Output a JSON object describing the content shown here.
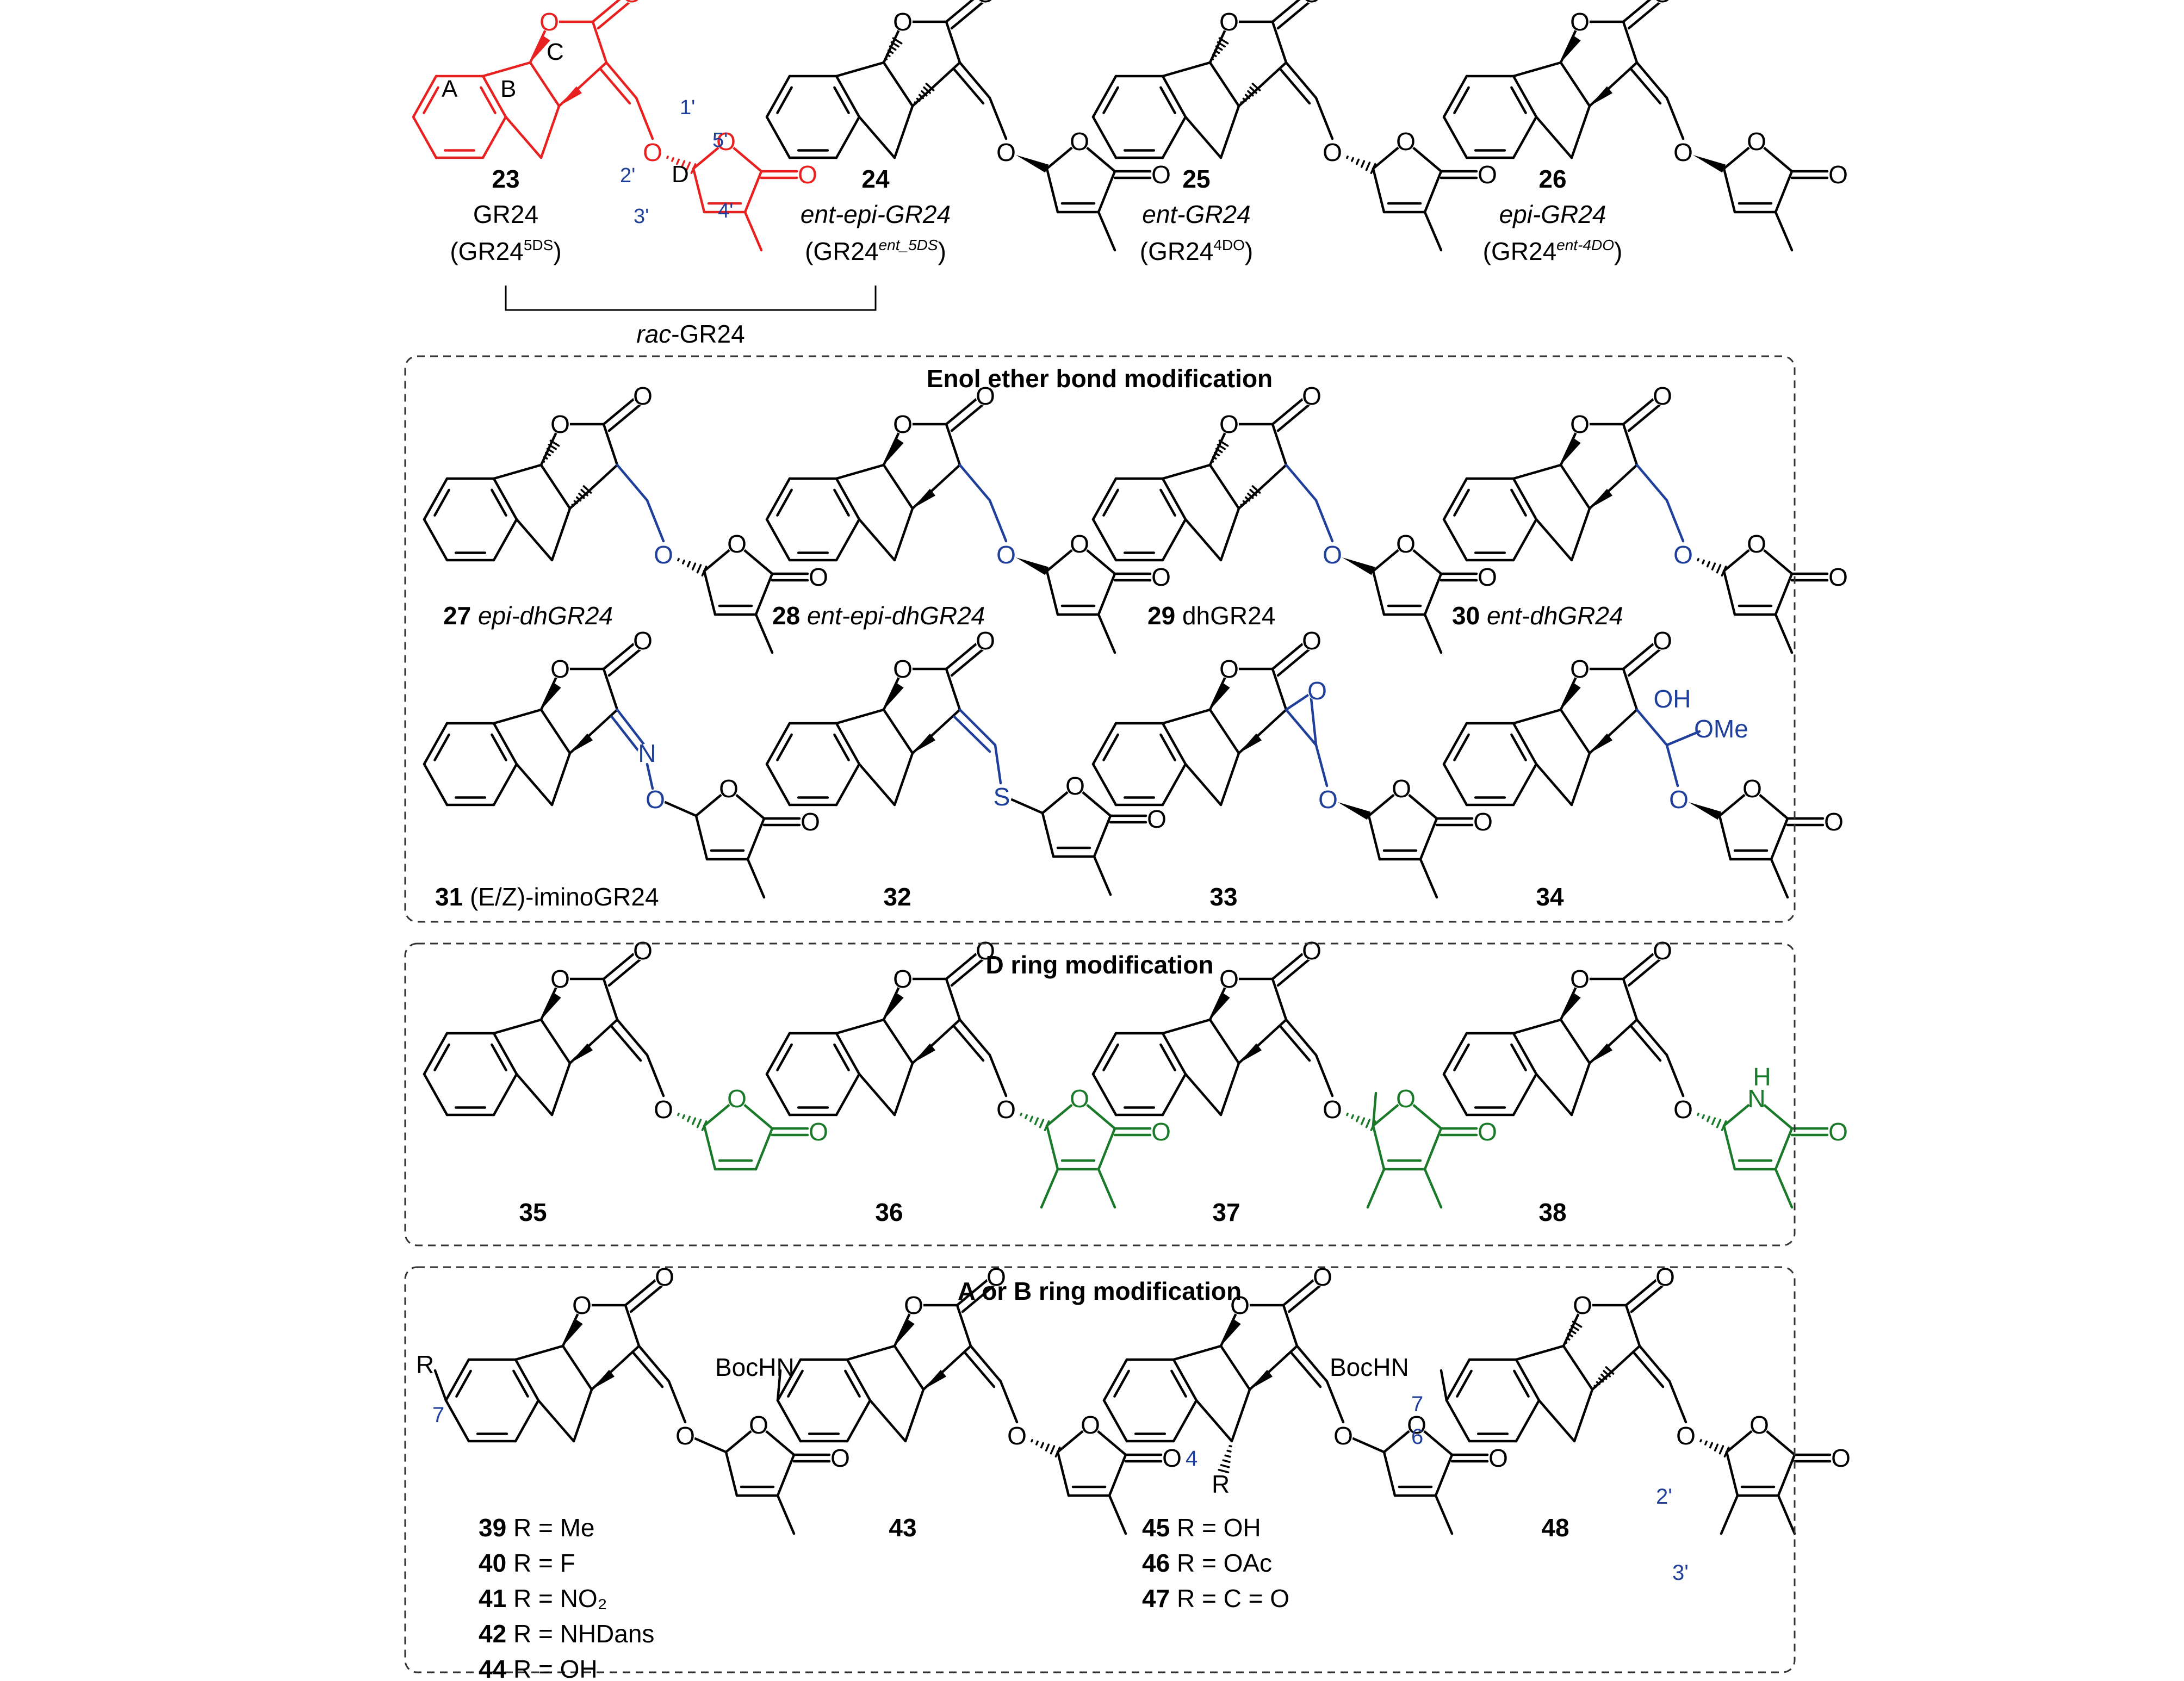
{
  "colors": {
    "black": "#000000",
    "red": "#e8201f",
    "blue": "#1f3f9a",
    "green": "#1a7a2a"
  },
  "top_row": {
    "compounds": [
      {
        "number": "23",
        "name": "GR24",
        "alias_prefix": "(GR24",
        "alias_sup": "5DS",
        "alias_suffix": ")",
        "color": "red"
      },
      {
        "number": "24",
        "name": "ent-epi-GR24",
        "alias_prefix": "(GR24",
        "alias_sup": "ent_5DS",
        "alias_suffix": ")"
      },
      {
        "number": "25",
        "name": "ent-GR24",
        "alias_prefix": "(GR24",
        "alias_sup": "4DO",
        "alias_suffix": ")"
      },
      {
        "number": "26",
        "name": "epi-GR24",
        "alias_prefix": "(GR24",
        "alias_sup": "ent-4DO",
        "alias_suffix": ")"
      }
    ],
    "bracket_label": "rac-GR24",
    "ring_labels": [
      "A",
      "B",
      "C",
      "D"
    ],
    "position_labels": [
      "1'",
      "2'",
      "3'",
      "4'",
      "5'"
    ]
  },
  "panels": [
    {
      "title": "Enol ether bond modification",
      "rows": [
        [
          {
            "number": "27",
            "name": "epi-dhGR24"
          },
          {
            "number": "28",
            "name": "ent-epi-dhGR24"
          },
          {
            "number": "29",
            "name": "dhGR24"
          },
          {
            "number": "30",
            "name": "ent-dhGR24"
          }
        ],
        [
          {
            "number": "31",
            "name": "(E/Z)-iminoGR24"
          },
          {
            "number": "32",
            "name": ""
          },
          {
            "number": "33",
            "name": ""
          },
          {
            "number": "34",
            "name": ""
          }
        ]
      ]
    },
    {
      "title": "D ring modification",
      "rows": [
        [
          {
            "number": "35",
            "name": ""
          },
          {
            "number": "36",
            "name": ""
          },
          {
            "number": "37",
            "name": ""
          },
          {
            "number": "38",
            "name": ""
          }
        ]
      ]
    },
    {
      "title": "A or B ring modification",
      "groups": [
        {
          "substituent": "R",
          "position": "7",
          "lines": [
            {
              "number": "39",
              "text": "R = Me"
            },
            {
              "number": "40",
              "text": "R = F"
            },
            {
              "number": "41",
              "text": "R = NO₂"
            },
            {
              "number": "42",
              "text": "R = NHDans"
            },
            {
              "number": "44",
              "text": "R = OH"
            }
          ]
        },
        {
          "substituent": "BocHN",
          "lines": [
            {
              "number": "43",
              "text": ""
            }
          ]
        },
        {
          "substituent": "R",
          "position": "4",
          "lines": [
            {
              "number": "45",
              "text": "R = OH"
            },
            {
              "number": "46",
              "text": "R = OAc"
            },
            {
              "number": "47",
              "text": "R = C = O"
            }
          ]
        },
        {
          "substituent": "BocHN",
          "positions": [
            "7",
            "6",
            "2'",
            "3'"
          ],
          "lines": [
            {
              "number": "48",
              "text": ""
            }
          ]
        }
      ]
    }
  ],
  "atom_symbols": {
    "oxygen": "O",
    "sulfur": "S",
    "nitrogen": "N",
    "nh": "H",
    "hydroxyl": "OH",
    "methoxy": "OMe"
  }
}
